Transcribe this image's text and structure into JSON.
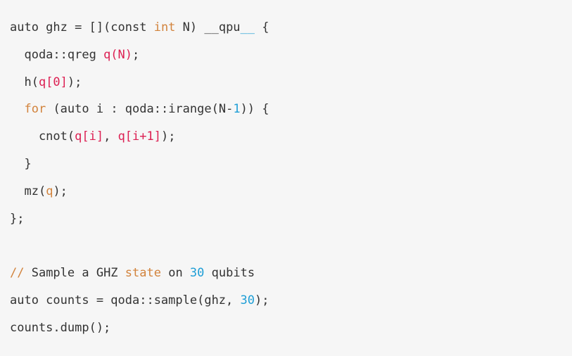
{
  "colors": {
    "background": "#f6f6f6",
    "plain": "#333333",
    "keyword": "#d2833c",
    "variable": "#dc1f52",
    "number": "#1e9ed6",
    "comment": "#d2833c"
  },
  "code": {
    "lines": [
      {
        "tokens": [
          {
            "text": "auto ghz = [](const ",
            "kind": "plain"
          },
          {
            "text": "int",
            "kind": "keyword"
          },
          {
            "text": " N) __qpu",
            "kind": "plain"
          },
          {
            "text": "__",
            "kind": "number"
          },
          {
            "text": " {",
            "kind": "plain"
          }
        ]
      },
      {
        "tokens": [
          {
            "text": "  qoda::qreg ",
            "kind": "plain"
          },
          {
            "text": "q(N)",
            "kind": "variable"
          },
          {
            "text": ";",
            "kind": "plain"
          }
        ]
      },
      {
        "tokens": [
          {
            "text": "  h(",
            "kind": "plain"
          },
          {
            "text": "q[0]",
            "kind": "variable"
          },
          {
            "text": ");",
            "kind": "plain"
          }
        ]
      },
      {
        "tokens": [
          {
            "text": "  ",
            "kind": "plain"
          },
          {
            "text": "for",
            "kind": "keyword"
          },
          {
            "text": " (auto i : qoda::irange(N-",
            "kind": "plain"
          },
          {
            "text": "1",
            "kind": "number"
          },
          {
            "text": ")) {",
            "kind": "plain"
          }
        ]
      },
      {
        "tokens": [
          {
            "text": "    cnot(",
            "kind": "plain"
          },
          {
            "text": "q[i]",
            "kind": "variable"
          },
          {
            "text": ", ",
            "kind": "plain"
          },
          {
            "text": "q[i+1]",
            "kind": "variable"
          },
          {
            "text": ");",
            "kind": "plain"
          }
        ]
      },
      {
        "tokens": [
          {
            "text": "  }",
            "kind": "plain"
          }
        ]
      },
      {
        "tokens": [
          {
            "text": "  mz(",
            "kind": "plain"
          },
          {
            "text": "q",
            "kind": "keyword"
          },
          {
            "text": ");",
            "kind": "plain"
          }
        ]
      },
      {
        "tokens": [
          {
            "text": "};",
            "kind": "plain"
          }
        ]
      },
      {
        "tokens": [
          {
            "text": "",
            "kind": "plain"
          }
        ]
      },
      {
        "tokens": [
          {
            "text": "//",
            "kind": "comment"
          },
          {
            "text": " Sample a GHZ ",
            "kind": "plain"
          },
          {
            "text": "state",
            "kind": "keyword"
          },
          {
            "text": " on ",
            "kind": "plain"
          },
          {
            "text": "30",
            "kind": "number"
          },
          {
            "text": " qubits",
            "kind": "plain"
          }
        ]
      },
      {
        "tokens": [
          {
            "text": "auto counts = qoda::sample(ghz, ",
            "kind": "plain"
          },
          {
            "text": "30",
            "kind": "number"
          },
          {
            "text": ");",
            "kind": "plain"
          }
        ]
      },
      {
        "tokens": [
          {
            "text": "counts.dump();",
            "kind": "plain"
          }
        ]
      }
    ]
  }
}
